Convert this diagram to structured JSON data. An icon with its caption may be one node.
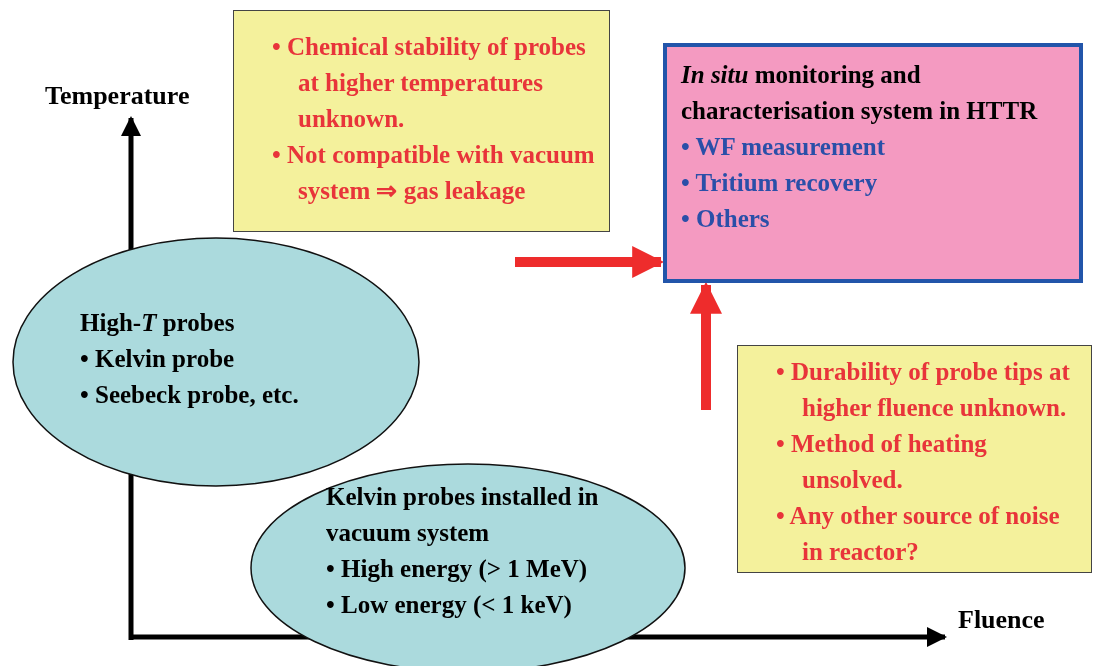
{
  "diagram": {
    "nodes": [
      {
        "text": [
          "• Chemical stability of probes at higher temperatures unknown.",
          "• Not compatible with vacuum system ⇒ gas leakage"
        ]
      },
      {
        "text": [
          "*In situ* monitoring and characterisation system in HTTR",
          "• WF measurement",
          "• Tritium recovery",
          "• Others"
        ]
      },
      {
        "text": [
          "High-*T* probes",
          "• Kelvin probe",
          "• Seebeck probe, etc."
        ]
      },
      {
        "text": [
          "• Durability of probe tips at higher fluence unknown.",
          "• Method of heating unsolved.",
          "• Any other source of noise in reactor?"
        ]
      },
      {
        "text": [
          "Kelvin probes installed in vacuum system",
          "• High energy (> 1 MeV)",
          "• Low energy (< 1 keV)"
        ]
      }
    ],
    "edges": [
      {
        "from": null,
        "to": 1,
        "arrow": "to"
      },
      {
        "from": null,
        "to": 1,
        "arrow": "to"
      }
    ],
    "labels": [
      "Temperature",
      "Fluence"
    ]
  }
}
